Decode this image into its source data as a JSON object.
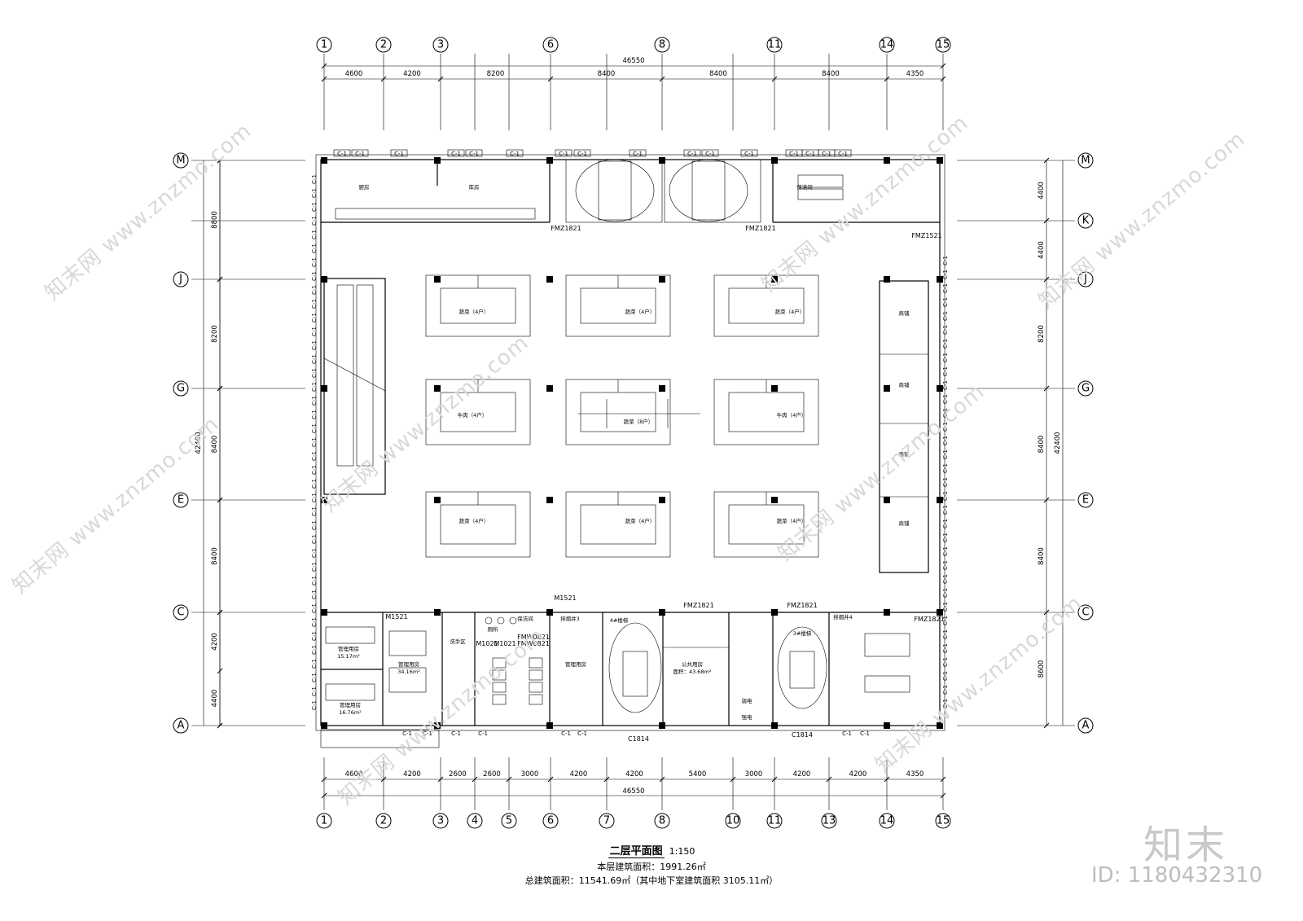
{
  "axes_top": [
    "1",
    "2",
    "3",
    "6",
    "8",
    "11",
    "14",
    "15"
  ],
  "axes_bottom": [
    "1",
    "2",
    "3",
    "4",
    "5",
    "6",
    "7",
    "8",
    "10",
    "11",
    "13",
    "14",
    "15"
  ],
  "axes_left": [
    "M",
    "J",
    "G",
    "E",
    "C",
    "A"
  ],
  "axes_right": [
    "M",
    "K",
    "J",
    "G",
    "E",
    "C",
    "A"
  ],
  "dims_top_total": "46550",
  "dims_top": [
    "4600",
    "4200",
    "8200",
    "8400",
    "8400",
    "8400",
    "4350"
  ],
  "dims_bottom": [
    "4600",
    "4200",
    "2600",
    "2600",
    "3000",
    "4200",
    "4200",
    "5400",
    "3000",
    "4200",
    "4200",
    "4350"
  ],
  "dims_bottom_total": "46550",
  "dims_left": [
    "8800",
    "8200",
    "8400",
    "8400",
    "4200",
    "4400"
  ],
  "dims_left_total": "42400",
  "dims_right": [
    "4400",
    "4400",
    "8200",
    "8400",
    "8400",
    "8600"
  ],
  "dims_right_total": "42400",
  "rooms": {
    "r_top1": "厨房",
    "r_top2": "库房",
    "r_top3": "保洁间",
    "stall_a": "蔬菜（4户）",
    "stall_b": "蔬菜（4户）",
    "stall_c": "蔬菜（4户）",
    "stall_d": "牛肉（4户）",
    "stall_e": "蔬菜（8户）",
    "stall_f": "牛肉（4户）",
    "stall_g": "蔬菜（4户）",
    "stall_h": "蔬菜（4户）",
    "stall_i": "蔬菜（4户）",
    "shop": "商铺",
    "mgmt1": "管理用房",
    "mgmt1_area": "15.17m²",
    "mgmt2": "管理用房",
    "mgmt2_area": "34.16m²",
    "mgmt3": "管理用房",
    "mgmt3_area": "16.76m²",
    "mgmt4": "管理用房",
    "toilet": "厕所",
    "janitor": "保洁间",
    "stair4": "4#楼梯",
    "stair3": "3#楼梯",
    "shaft3": "排烟井3",
    "shaft4": "排烟井4",
    "shared_room": "公共用房",
    "shared_area": "面积：43.68m²",
    "wash": "洗手区",
    "elec": "弱电",
    "elec2": "强电"
  },
  "doors": {
    "d1": "FMZ1821",
    "d2": "FMZ1821",
    "d3": "FMZ1521",
    "d4": "M1521",
    "d5": "M1521",
    "d6": "FMZ1821",
    "d7": "FMZ1821",
    "d8": "FMZ1821",
    "d9": "FMZ1821",
    "d10": "M1021",
    "d11": "M1021",
    "d12": "M1021",
    "d13": "M1021",
    "d14": "FMW0821",
    "d15": "FMW0821",
    "d16": "FMW0818",
    "d17": "FMW0818",
    "d18": "C1814",
    "d19": "C1814",
    "win": "C-1"
  },
  "caption": {
    "title": "二层平面图",
    "scale": "1:150",
    "floor_area": "本层建筑面积：1991.26㎡",
    "total_area": "总建筑面积：11541.69㎡（其中地下室建筑面积 3105.11㎡）"
  },
  "watermark": {
    "logo": "知末",
    "id": "ID: 1180432310",
    "text": "知末网 www.znzmo.com"
  }
}
